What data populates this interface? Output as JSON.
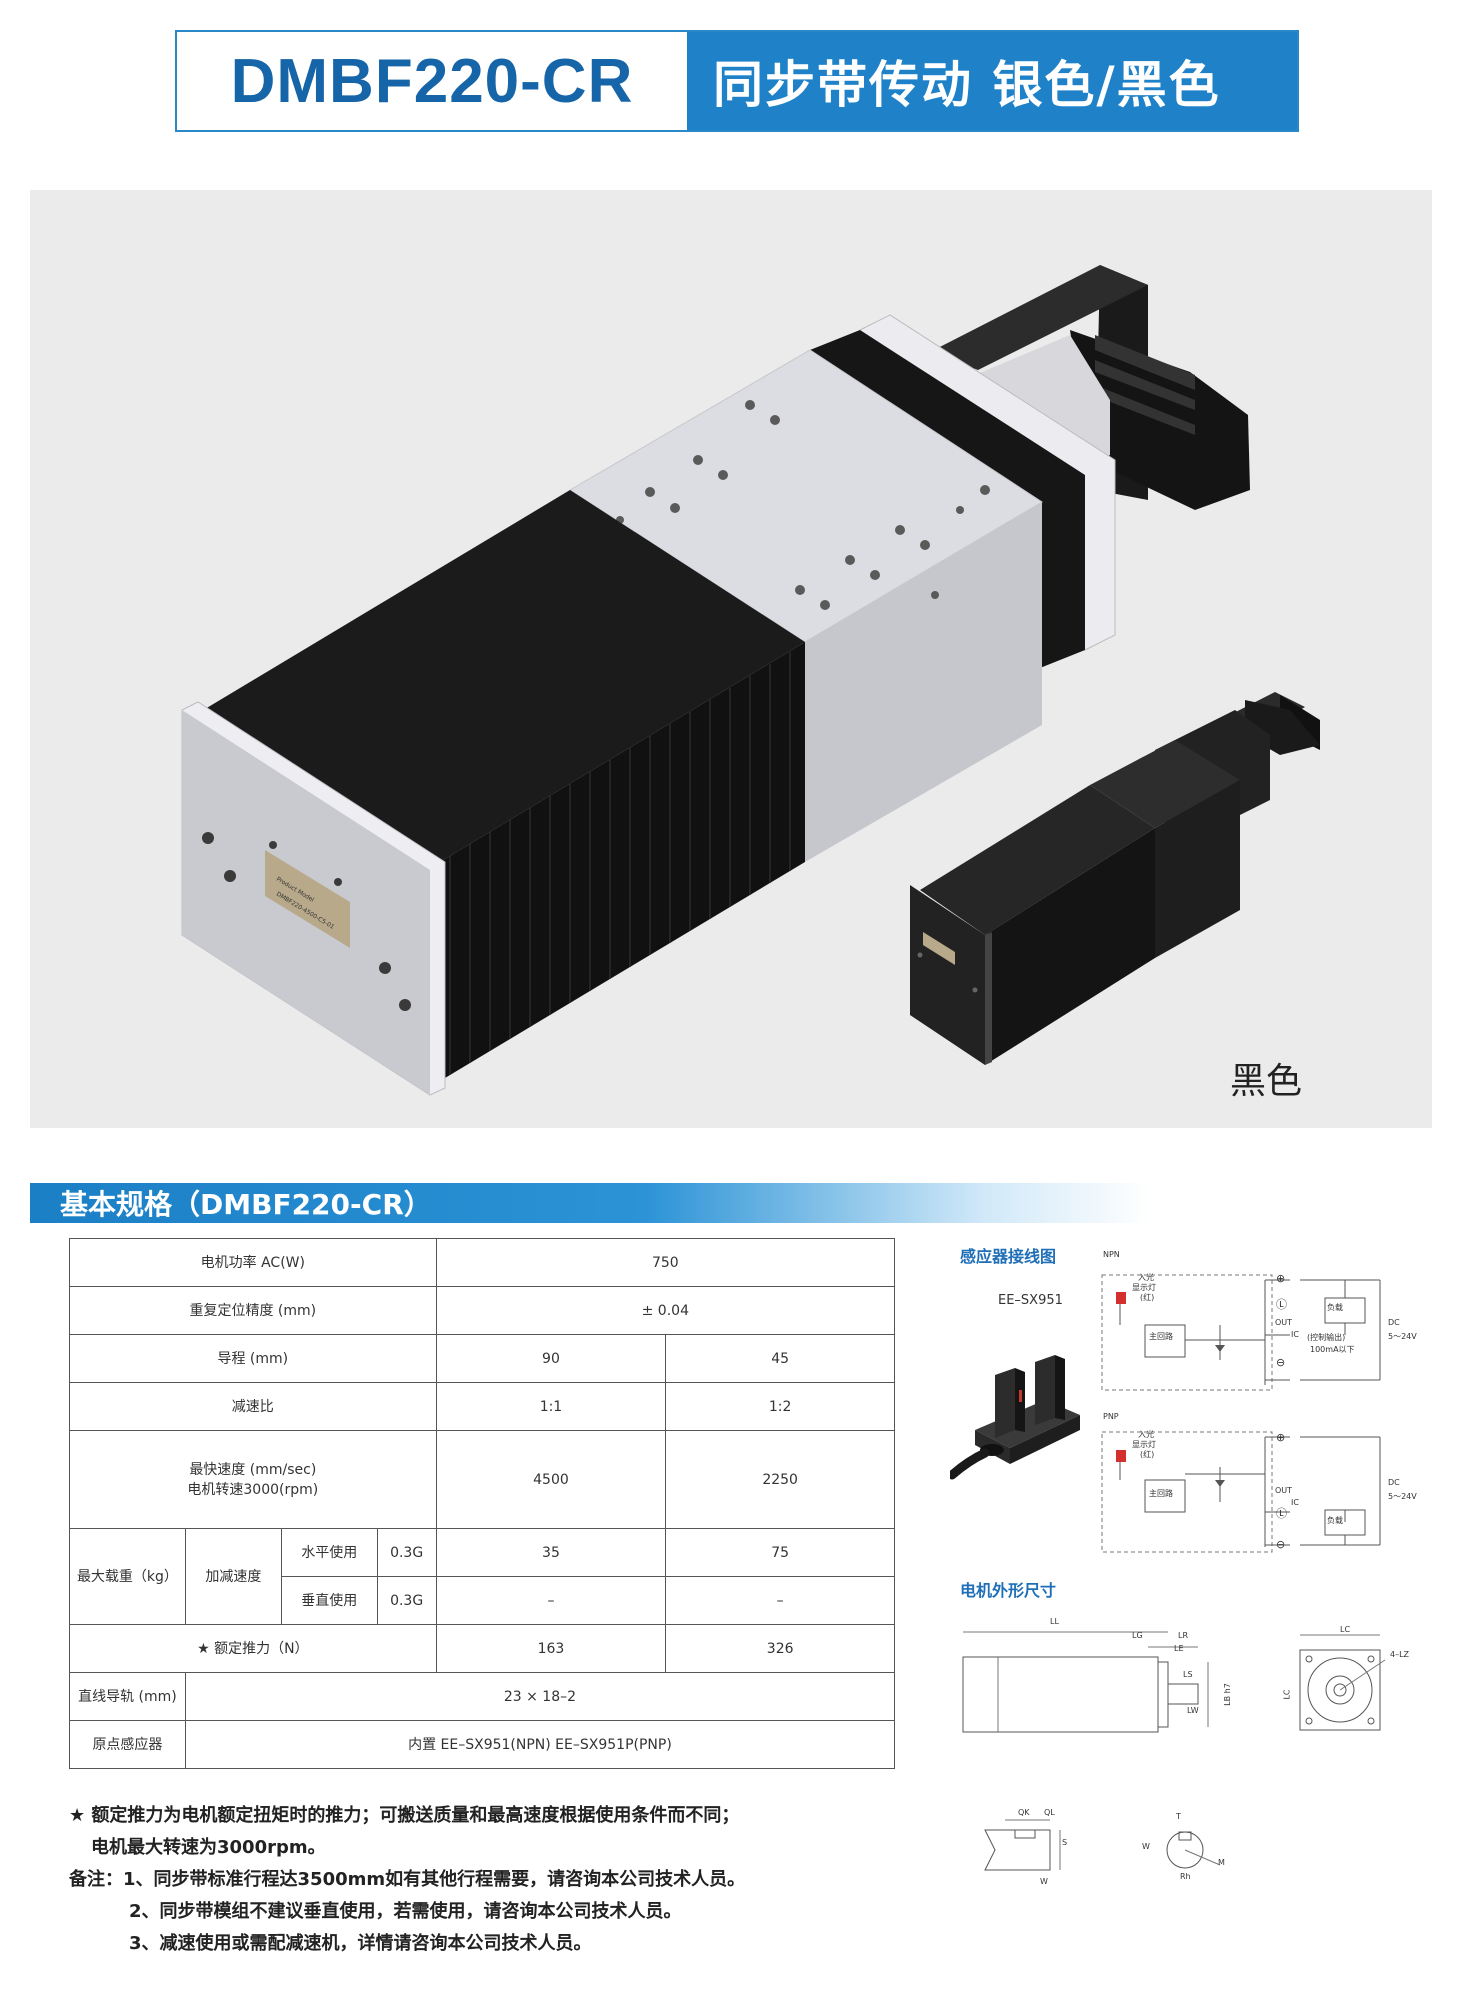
{
  "header": {
    "model": "DMBF220-CR",
    "subtitle": "同步带传动 银色/黑色"
  },
  "product": {
    "black_variant_label": "黑色",
    "nameplate_text_1": "Product Model",
    "nameplate_text_2": "DMBF220-4500-C5-01"
  },
  "section": {
    "title": "基本规格（DMBF220-CR）"
  },
  "spec": {
    "motor_power_label": "电机功率 AC(W)",
    "motor_power_value": "750",
    "repeat_accuracy_label": "重复定位精度 (mm)",
    "repeat_accuracy_value": "± 0.04",
    "lead_label": "导程 (mm)",
    "lead_a": "90",
    "lead_b": "45",
    "ratio_label": "减速比",
    "ratio_a": "1:1",
    "ratio_b": "1:2",
    "speed_label_1": "最快速度 (mm/sec)",
    "speed_label_2": "电机转速3000(rpm)",
    "speed_a": "4500",
    "speed_b": "2250",
    "load_label": "最大载重（kg）",
    "accel_label": "加减速度",
    "horizontal_label": "水平使用",
    "horizontal_g": "0.3G",
    "horizontal_a": "35",
    "horizontal_b": "75",
    "vertical_label": "垂直使用",
    "vertical_g": "0.3G",
    "vertical_a": "–",
    "vertical_b": "–",
    "thrust_label": "★ 额定推力（N）",
    "thrust_a": "163",
    "thrust_b": "326",
    "rail_label": "直线导轨 (mm)",
    "rail_value": "23 × 18–2",
    "sensor_label": "原点感应器",
    "sensor_value": "内置 EE–SX951(NPN)  EE–SX951P(PNP)"
  },
  "notes": {
    "star_line_1": "★ 额定推力为电机额定扭矩时的推力；可搬送质量和最高速度根据使用条件而不同；",
    "star_line_2": "电机最大转速为3000rpm。",
    "note_1": "备注：1、同步带标准行程达3500mm如有其他行程需要，请咨询本公司技术人员。",
    "note_2": "2、同步带模组不建议垂直使用，若需使用，请咨询本公司技术人员。",
    "note_3": "3、减速使用或需配减速机，详情请咨询本公司技术人员。"
  },
  "sensor_wiring": {
    "title": "感应器接线图",
    "model": "EE–SX951",
    "npn": "NPN",
    "pnp": "PNP",
    "light_indicator_1": "入光",
    "light_indicator_2": "显示灯",
    "light_indicator_3": "(红)",
    "main_circuit": "主回路",
    "load": "负载",
    "out": "OUT",
    "ic": "IC",
    "control_output_1": "(控制输出)",
    "control_output_2": "100mA以下",
    "dc": "DC",
    "dc_range": "5～24V",
    "plus": "⊕",
    "l_mark": "Ⓛ",
    "minus": "⊖"
  },
  "motor_dims": {
    "title": "电机外形尺寸",
    "ll": "LL",
    "lg": "LG",
    "lr": "LR",
    "le": "LE",
    "ls": "LS",
    "lw": "LW",
    "lbh7": "LB h7",
    "lc": "LC",
    "lz": "4–LZ",
    "qk": "QK",
    "ql": "QL",
    "s": "S",
    "w": "W",
    "t": "T",
    "rh": "Rh",
    "m": "M"
  },
  "colors": {
    "brand_blue": "#1f82c8",
    "title_blue": "#1565a8",
    "panel_gray": "#ebebeb",
    "bellows_black": "#151515"
  }
}
